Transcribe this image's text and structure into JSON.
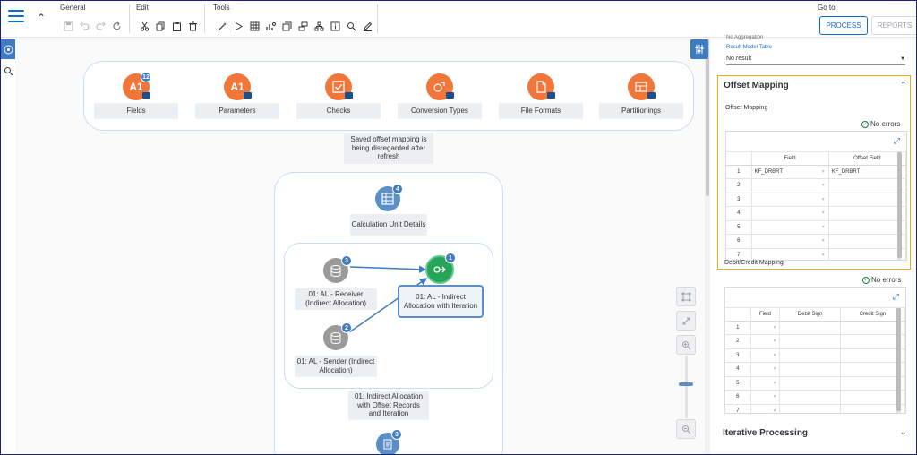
{
  "toolbar": {
    "groups": {
      "general": "General",
      "edit": "Edit",
      "tools": "Tools"
    },
    "goto_label": "Go to",
    "process_label": "PROCESS",
    "reports_label": "REPORTS"
  },
  "canvas": {
    "top_nodes": [
      {
        "label": "Fields",
        "glyph": "A1",
        "badge": "12",
        "icon": "fields-icon"
      },
      {
        "label": "Parameters",
        "glyph": "A1",
        "badge": "",
        "icon": "parameters-icon"
      },
      {
        "label": "Checks",
        "glyph": "",
        "badge": "",
        "icon": "checks-icon"
      },
      {
        "label": "Conversion Types",
        "glyph": "",
        "badge": "",
        "icon": "conversion-types-icon"
      },
      {
        "label": "File Formats",
        "glyph": "",
        "badge": "",
        "icon": "file-formats-icon"
      },
      {
        "label": "Partitionings",
        "glyph": "",
        "badge": "",
        "icon": "partitionings-icon"
      }
    ],
    "note": "Saved offset mapping is being disregarded after refresh",
    "calc_unit": {
      "label": "Calculation Unit Details",
      "badge": "4"
    },
    "receiver": {
      "label": "01: AL - Receiver (Indirect Allocation)",
      "badge": "3"
    },
    "sender": {
      "label": "01: AL - Sender (Indirect Allocation)",
      "badge": "2"
    },
    "allocation": {
      "label": "01: AL - Indirect Allocation with Iteration",
      "badge": "1"
    },
    "group_label": "01: Indirect Allocation with Offset Records and Iteration",
    "bottom_badge": "3"
  },
  "panel": {
    "top_clip_text": "No Aggregation",
    "result_model_label": "Result Model Table",
    "result_model_value": "No result",
    "offset_mapping": {
      "title": "Offset Mapping",
      "sub_label": "Offset Mapping",
      "status": "No errors",
      "columns": [
        "Field",
        "Offset Field"
      ],
      "rows": [
        {
          "n": "1",
          "field": "KF_DRBRT",
          "offset": "KF_DRBRT"
        },
        {
          "n": "2",
          "field": "",
          "offset": ""
        },
        {
          "n": "3",
          "field": "",
          "offset": ""
        },
        {
          "n": "4",
          "field": "",
          "offset": ""
        },
        {
          "n": "5",
          "field": "",
          "offset": ""
        },
        {
          "n": "6",
          "field": "",
          "offset": ""
        },
        {
          "n": "7",
          "field": "",
          "offset": ""
        }
      ]
    },
    "debit_credit": {
      "title": "Debit/Credit Mapping",
      "status": "No errors",
      "columns": [
        "Field",
        "Debit Sign",
        "Credit Sign"
      ],
      "rows": [
        "1",
        "2",
        "3",
        "4",
        "5",
        "6",
        "7"
      ]
    },
    "iterative": {
      "title": "Iterative Processing"
    }
  },
  "colors": {
    "accent": "#0a6ed1",
    "orange_node": "#f0763a",
    "highlight_border": "#f0ab00",
    "green_node": "#27a35a"
  }
}
